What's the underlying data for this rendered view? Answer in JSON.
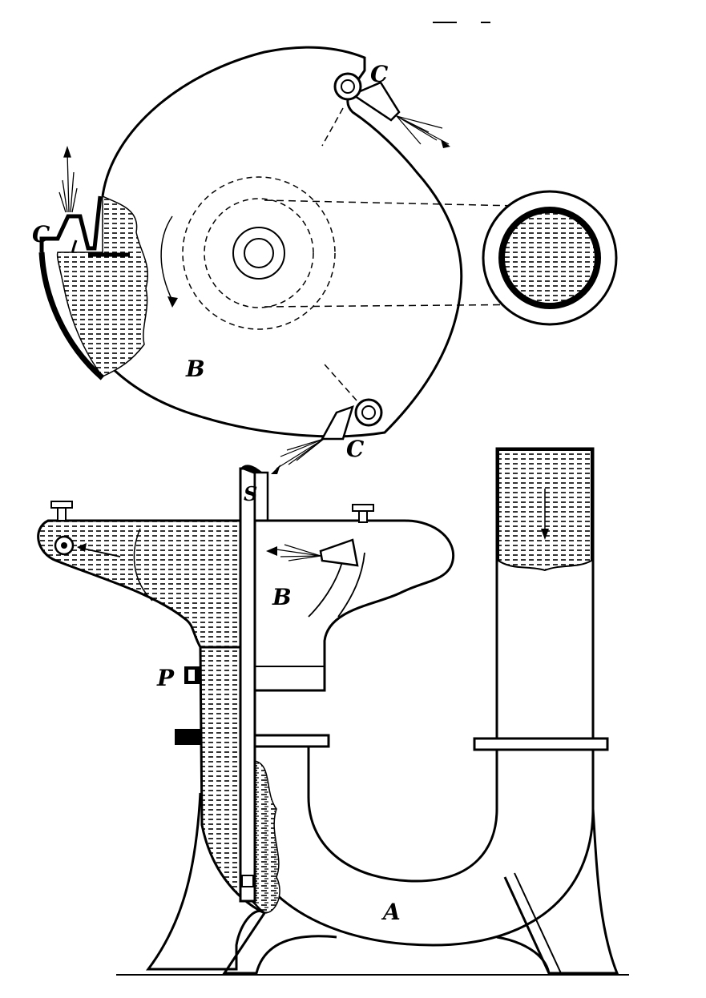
{
  "labels": {
    "upper_left_nozzle": "C",
    "upper_right_nozzle": "C",
    "lower_nozzle": "C",
    "wheel": "B",
    "lower_bucket": "B",
    "shaft_or_stream": "S",
    "plug": "P",
    "casing": "A"
  },
  "colors": {
    "ink": "#000000",
    "paper": "#ffffff"
  }
}
